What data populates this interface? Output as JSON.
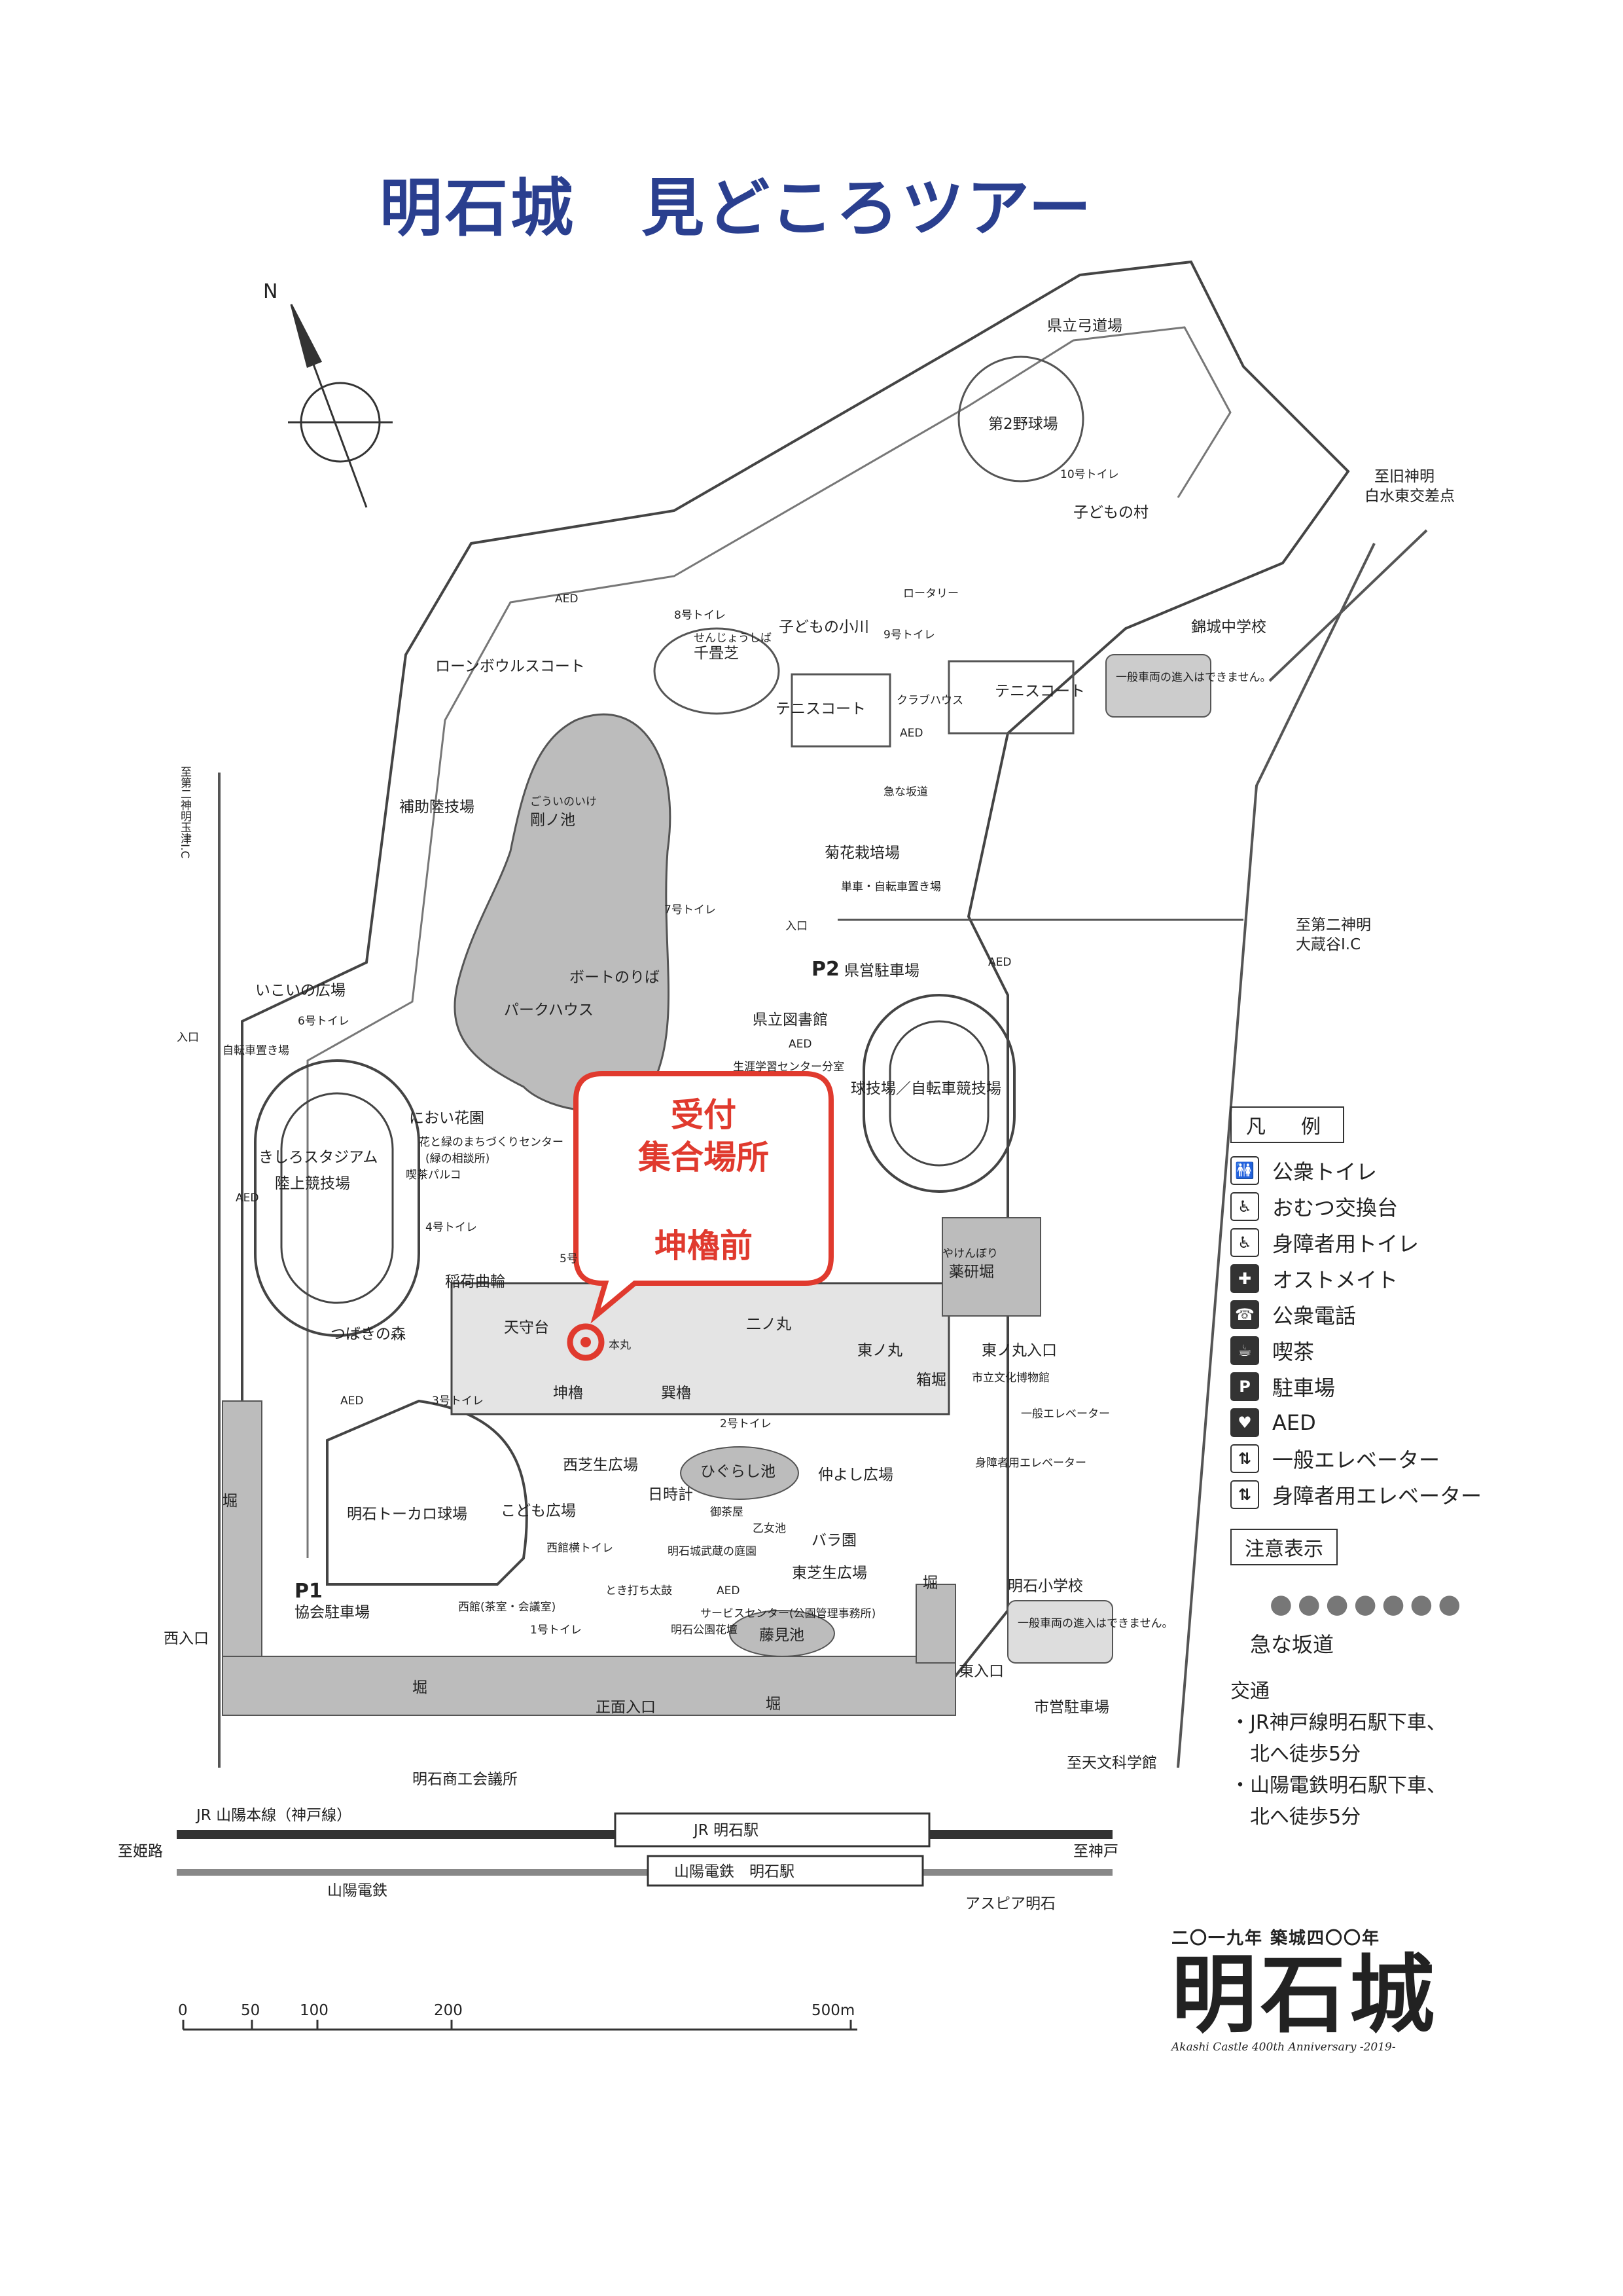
{
  "title": "明石城　見どころツアー",
  "compass_label": "N",
  "callout": {
    "line1": "受付",
    "line2": "集合場所",
    "line3": "坤櫓前",
    "color": "#e03a2e"
  },
  "places": {
    "kyudojo": "県立弓道場",
    "baseball2": "第2野球場",
    "toilet10": "10号トイレ",
    "kodomo_mura": "子どもの村",
    "to_kyu_shinmei": "至旧神明",
    "shiromizu": "白水東交差点",
    "rotary": "ロータリー",
    "toilet8": "8号トイレ",
    "senjoshiba_furi": "せんじょうしば",
    "senjoshiba": "千畳芝",
    "kodomo_ogawa": "子どもの小川",
    "toilet9": "9号トイレ",
    "kinjo_jhs": "錦城中学校",
    "no_vehicle": "一般車両の進入はできません。",
    "lawn_bowls": "ローンボウルスコート",
    "tennis": "テニスコート",
    "club_house": "クラブハウス",
    "aed": "AED",
    "steep": "急な坂道",
    "hojo": "補助陸技場",
    "goino_furi": "ごういのいけ",
    "goinoike": "剛ノ池",
    "kikka": "菊花栽培場",
    "to_daini_kobe_tamatsu": "至第二神明玉津I.C",
    "toilet7": "7号トイレ",
    "bike_parking": "単車・自転車置き場",
    "entrance": "入口",
    "to_daini_okuradani": "至第二神明",
    "okuradani": "大蔵谷I.C",
    "ikoi": "いこいの広場",
    "toilet6": "6号トイレ",
    "boat": "ボートのりば",
    "park_house": "パークハウス",
    "p2": "P2",
    "pref_parking": "県営駐車場",
    "library": "県立図書館",
    "shogai": "生涯学習センター分室",
    "bike_parking2": "自転車置き場",
    "kyugijo": "球技場／自転車競技場",
    "stadium": "きしろスタジアム",
    "rikujo": "陸上競技場",
    "nioi": "におい花園",
    "hana_midori": "花と緑のまちづくりセンター",
    "hana_midori_sub": "(緑の相談所)",
    "kissa_parco": "喫茶パルコ",
    "toilet4": "4号トイレ",
    "toilet5": "5号",
    "inari": "稲荷曲輪",
    "yakken": "薬研堀",
    "yakken_furi": "やけんぼり",
    "ninomaru": "二ノ丸",
    "higashinomaru": "東ノ丸",
    "tenshudai": "天守台",
    "honmaru": "本丸",
    "tsubaki": "つばきの森",
    "higashinomaru_entrance": "東ノ丸入口",
    "hakobori": "箱堀",
    "museum": "市立文化博物館",
    "elevator": "一般エレベーター",
    "elevator_acc": "身障者用エレベーター",
    "toilet3": "3号トイレ",
    "hitsujisaru": "坤櫓",
    "tatsumi": "巽櫓",
    "toilet2": "2号トイレ",
    "nishishiba": "西芝生広場",
    "higurashi": "ひぐらし池",
    "nakayoshi": "仲よし広場",
    "hidokei": "日時計",
    "otome": "乙女池",
    "akashi_tokaro": "明石トーカロ球場",
    "kodomo_hiroba": "こども広場",
    "nishiyakata_toilet": "西館横トイレ",
    "ochaya": "御茶屋",
    "bukeyashiki": "明石城武蔵の庭園",
    "bara": "バラ園",
    "higashishiba": "東芝生広場",
    "p1": "P1",
    "kyokai": "協会駐車場",
    "nishiyakata": "西館(茶室・会議室)",
    "tokiuchi": "とき打ち太鼓",
    "service": "サービスセンター(公園管理事務所)",
    "park_flower": "明石公園花壇",
    "fujimi": "藤見池",
    "toilet1": "1号トイレ",
    "moat": "堀",
    "west_entrance": "西入口",
    "main_entrance": "正面入口",
    "east_entrance": "東入口",
    "akashi_es": "明石小学校",
    "city_parking": "市営駐車場",
    "to_tenmon": "至天文科学館",
    "akashi_chamber": "明石商工会議所",
    "jr_sanyo": "JR 山陽本線（神戸線）",
    "jr_akashi": "JR 明石駅",
    "to_himeji": "至姫路",
    "to_kobe": "至神戸",
    "sanyo_akashi": "山陽電鉄　明石駅",
    "sanyo_dentetsu": "山陽電鉄",
    "aspia": "アスピア明石"
  },
  "scale": {
    "labels": [
      "0",
      "50",
      "100",
      "200",
      "500m"
    ]
  },
  "legend": {
    "title": "凡　例",
    "items": [
      {
        "icon": "toilet-icon",
        "glyph": "🚻",
        "label": "公衆トイレ"
      },
      {
        "icon": "diaper-icon",
        "glyph": "♿",
        "label": "おむつ交換台"
      },
      {
        "icon": "accessible-toilet-icon",
        "glyph": "♿",
        "label": "身障者用トイレ"
      },
      {
        "icon": "ostomate-icon",
        "glyph": "✚",
        "label": "オストメイト"
      },
      {
        "icon": "phone-icon",
        "glyph": "☎",
        "label": "公衆電話"
      },
      {
        "icon": "cafe-icon",
        "glyph": "☕",
        "label": "喫茶"
      },
      {
        "icon": "parking-icon",
        "glyph": "P",
        "label": "駐車場"
      },
      {
        "icon": "aed-icon",
        "glyph": "♥",
        "label": "AED"
      },
      {
        "icon": "elevator-icon",
        "glyph": "⇅",
        "label": "一般エレベーター"
      },
      {
        "icon": "accessible-elevator-icon",
        "glyph": "⇅",
        "label": "身障者用エレベーター"
      }
    ]
  },
  "caution": {
    "title": "注意表示",
    "dots": "●●●●●●●",
    "slope": "急な坂道"
  },
  "access": {
    "title": "交通",
    "line1": "・JR神戸線明石駅下車、",
    "line2": "　北へ徒歩5分",
    "line3": "・山陽電鉄明石駅下車、",
    "line4": "　北へ徒歩5分"
  },
  "logo": {
    "small": "二〇一九年 築城四〇〇年",
    "big": "明石城",
    "en": "Akashi Castle 400th Anniversary -2019-"
  }
}
